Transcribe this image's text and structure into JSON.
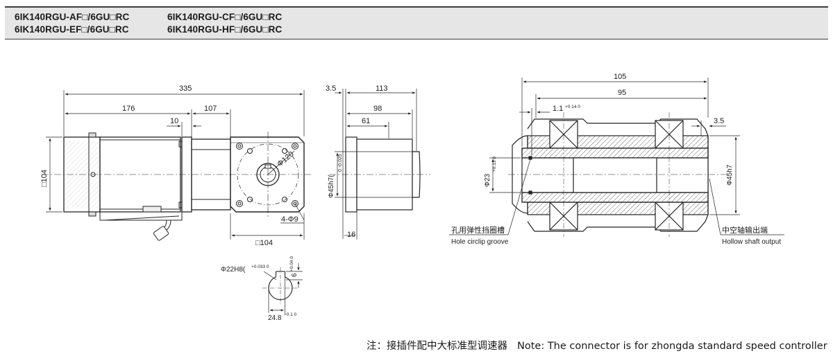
{
  "header": {
    "models": [
      "6IK140RGU-AF□/6GU□RC",
      "6IK140RGU-CF□/6GU□RC",
      "6IK140RGU-EF□/6GU□RC",
      "6IK140RGU-HF□/6GU□RC"
    ]
  },
  "front_view": {
    "dim_total": "335",
    "dim_motor": "176",
    "dim_gear": "107",
    "dim_flange": "10",
    "dim_height": "□104",
    "dim_pcd": "Φ120",
    "dim_holes": "4-Φ9",
    "dim_width": "□104"
  },
  "side_view": {
    "dim_offset": "3.5",
    "dim_total": "113",
    "dim_98": "98",
    "dim_61": "61",
    "dim_shaft": "Φ45h7( ",
    "dim_shaft_tol": "0 -0.025",
    "dim_16": "16"
  },
  "section_view": {
    "dim_105": "105",
    "dim_95": "95",
    "dim_groove": "1.1",
    "dim_groove_tol": "+0.14 0",
    "dim_35": "3.5",
    "dim_bore": "Φ23",
    "dim_bore_tol": "+0.13 0",
    "dim_shaft": "Φ45h7",
    "label_groove_cn": "孔用弹性挡圈槽",
    "label_groove_en": "Hole circlip groove",
    "label_hollow_cn": "中空轴输出端",
    "label_hollow_en": "Hollow shaft output"
  },
  "keyway_view": {
    "dim_bore": "Φ22H8(",
    "dim_bore_tol": "+0.033 0",
    "dim_key": "6",
    "dim_key_tol": "+0.04 0",
    "dim_depth": "24.8",
    "dim_depth_tol": "+0.1 0"
  },
  "note": {
    "cn": "注：接插件配中大标准型调速器",
    "en": "Note: The connector is for zhongda standard speed controller"
  }
}
